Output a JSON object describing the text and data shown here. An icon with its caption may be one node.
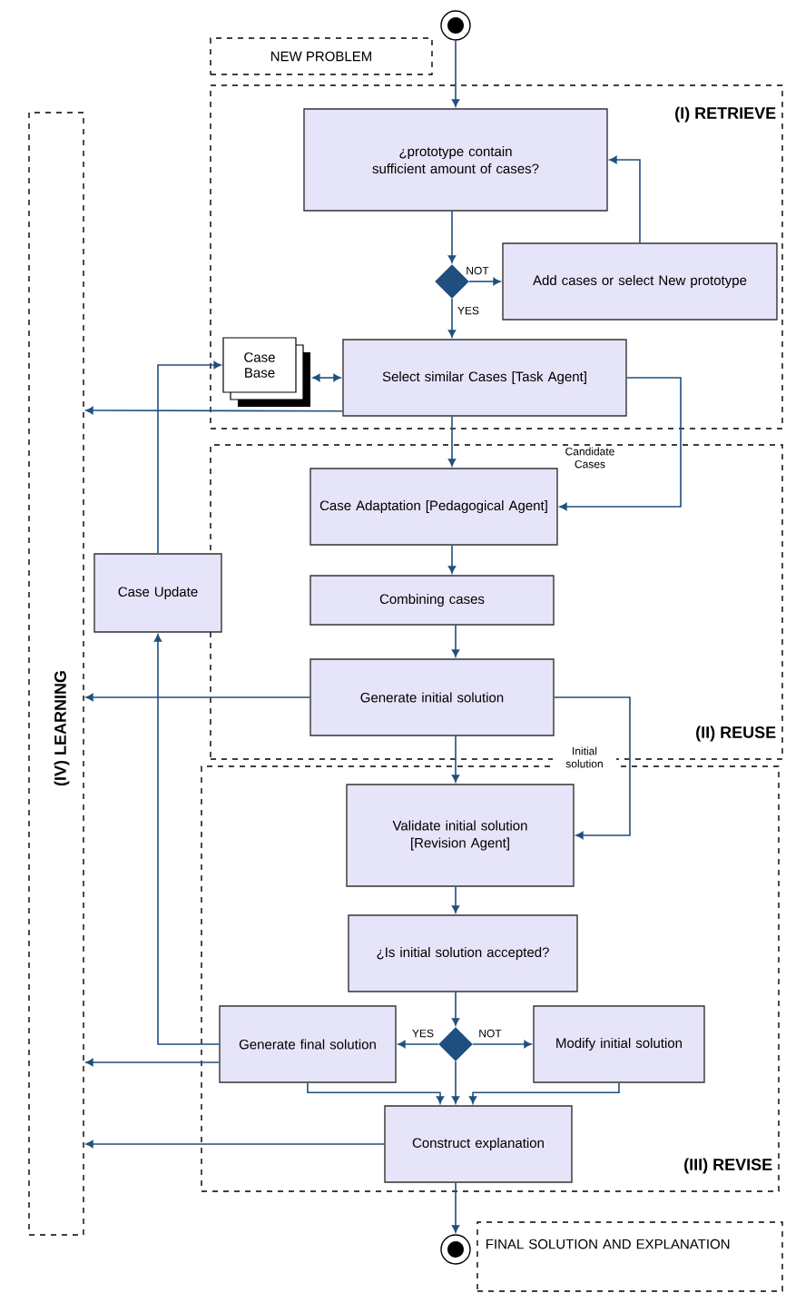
{
  "diagram": {
    "nodes": [
      {
        "text": [
          "(I) RETRIEVE"
        ]
      },
      {
        "text": [
          "(II) REUSE"
        ]
      },
      {
        "text": [
          "(III) REVISE"
        ]
      },
      {
        "text": [
          "(IV) LEARNING"
        ]
      },
      {
        "text": [
          "NEW PROBLEM"
        ]
      },
      {
        "text": [],
        "shape": "circle"
      },
      {
        "text": [
          "FINAL SOLUTION AND EXPLANATION"
        ]
      },
      {
        "text": [],
        "shape": "circle"
      },
      {
        "text": [
          "¿prototype contain sufficient amount of cases?"
        ],
        "in": 0
      },
      {
        "text": [],
        "shape": "diamond",
        "in": 0
      },
      {
        "text": [
          "Add cases or select New prototype"
        ],
        "in": 0
      },
      {
        "text": [
          "Case Base"
        ],
        "in": 0
      },
      {
        "text": [
          "Select similar Cases [Task Agent]"
        ],
        "in": 0
      },
      {
        "text": [
          "Case Adaptation [Pedagogical Agent]"
        ],
        "in": 1
      },
      {
        "text": [
          "Combining cases"
        ],
        "in": 1
      },
      {
        "text": [
          "Generate initial solution"
        ],
        "in": 1
      },
      {
        "text": [
          "Case Update"
        ]
      },
      {
        "text": [
          "Validate initial solution [Revision Agent]"
        ],
        "in": 2
      },
      {
        "text": [
          "¿Is initial solution accepted?"
        ],
        "in": 2
      },
      {
        "text": [],
        "shape": "diamond",
        "in": 2
      },
      {
        "text": [
          "Generate final solution"
        ],
        "in": 2
      },
      {
        "text": [
          "Modify initial solution"
        ],
        "in": 2
      },
      {
        "text": [
          "Construct explanation"
        ],
        "in": 2
      }
    ],
    "edges": [
      {
        "from": 5,
        "to": 8,
        "arrow": "to"
      },
      {
        "from": 8,
        "to": 9,
        "arrow": "to"
      },
      {
        "from": 9,
        "to": 10,
        "arrow": "to",
        "label": "NOT"
      },
      {
        "from": 10,
        "to": 8,
        "arrow": "to"
      },
      {
        "from": 9,
        "to": 12,
        "arrow": "to",
        "label": "YES"
      },
      {
        "from": 12,
        "to": 11,
        "arrow": "both"
      },
      {
        "from": 12,
        "to": 3,
        "arrow": "to"
      },
      {
        "from": 12,
        "to": 13,
        "arrow": "to"
      },
      {
        "from": 12,
        "to": 13,
        "arrow": "to",
        "label": "Candidate Cases"
      },
      {
        "from": 13,
        "to": 14,
        "arrow": "to"
      },
      {
        "from": 14,
        "to": 15,
        "arrow": "to"
      },
      {
        "from": 15,
        "to": 3,
        "arrow": "to"
      },
      {
        "from": 15,
        "to": 17,
        "arrow": "to"
      },
      {
        "from": 15,
        "to": 17,
        "arrow": "to",
        "label": "Initial solution"
      },
      {
        "from": 17,
        "to": 18,
        "arrow": "to"
      },
      {
        "from": 18,
        "to": 19,
        "arrow": "to"
      },
      {
        "from": 19,
        "to": 20,
        "arrow": "to",
        "label": "YES"
      },
      {
        "from": 19,
        "to": 21,
        "arrow": "to",
        "label": "NOT"
      },
      {
        "from": 19,
        "to": 22,
        "arrow": "to"
      },
      {
        "from": 20,
        "to": 22,
        "arrow": "to"
      },
      {
        "from": 21,
        "to": 22,
        "arrow": "to"
      },
      {
        "from": 20,
        "to": 3,
        "arrow": "to"
      },
      {
        "from": 20,
        "to": 16,
        "arrow": "to"
      },
      {
        "from": 16,
        "to": 11,
        "arrow": "to"
      },
      {
        "from": 22,
        "to": 3,
        "arrow": "to"
      },
      {
        "from": 22,
        "to": 7,
        "arrow": "to"
      }
    ]
  }
}
